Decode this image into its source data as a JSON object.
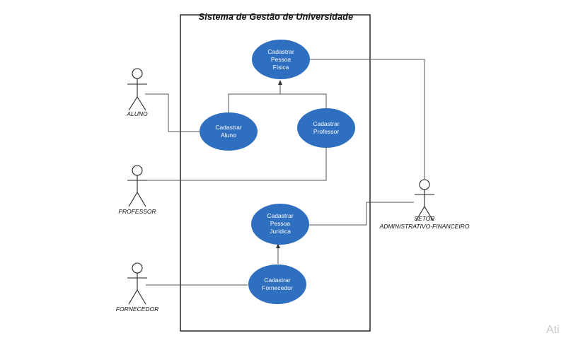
{
  "system": {
    "title": "Sistema de Gestão de Universidade"
  },
  "use_cases": {
    "cadastrar_pessoa_fisica": "Cadastrar\nPessoa\nFísica",
    "cadastrar_aluno": "Cadastrar\nAluno",
    "cadastrar_professor": "Cadastrar\nProfessor",
    "cadastrar_pessoa_juridica": "Cadastrar\nPessoa\nJurídica",
    "cadastrar_fornecedor": "Cadastrar\nFornecedor"
  },
  "actors": {
    "aluno": "ALUNO",
    "professor": "PROFESSOR",
    "fornecedor": "FORNECEDOR",
    "setor_line1": "SETOR",
    "setor_line2": "ADMINISTRATIVO-FINANCEIRO"
  },
  "watermark": "Ati",
  "colors": {
    "usecase_fill": "#2f6fbf",
    "stroke": "#555555",
    "boundary": "#333333"
  }
}
